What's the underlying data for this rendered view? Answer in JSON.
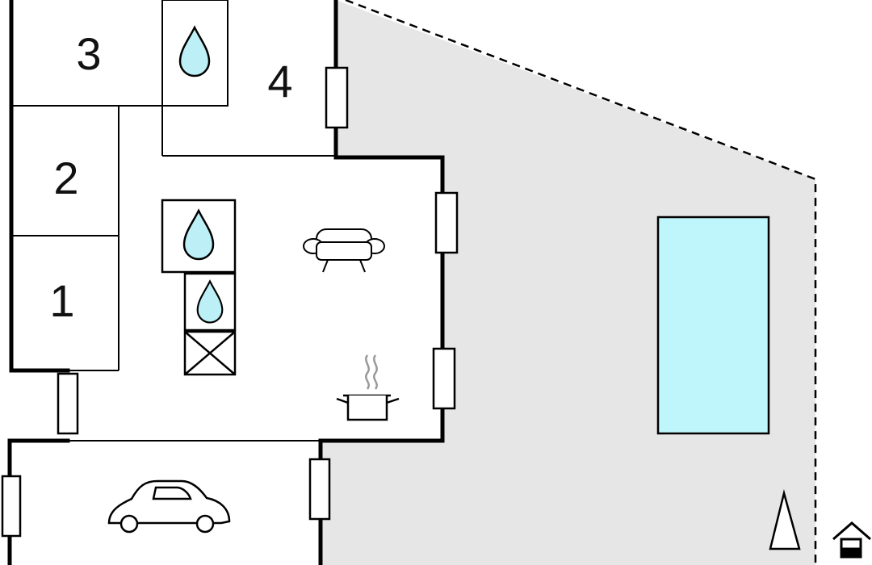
{
  "floorplan": {
    "rooms": [
      {
        "id": "room-1",
        "label": "1"
      },
      {
        "id": "room-2",
        "label": "2"
      },
      {
        "id": "room-3",
        "label": "3"
      },
      {
        "id": "room-4",
        "label": "4"
      }
    ],
    "icons": [
      "water-drop-icon",
      "sofa-icon",
      "cooking-pot-icon",
      "car-icon",
      "crossed-box-icon",
      "swimming-pool",
      "tree-icon",
      "house-icon"
    ],
    "colors": {
      "garden": "#e6e6e6",
      "water": "#bdf0f6",
      "pool": "#bff6fb",
      "walls": "#000000"
    }
  }
}
